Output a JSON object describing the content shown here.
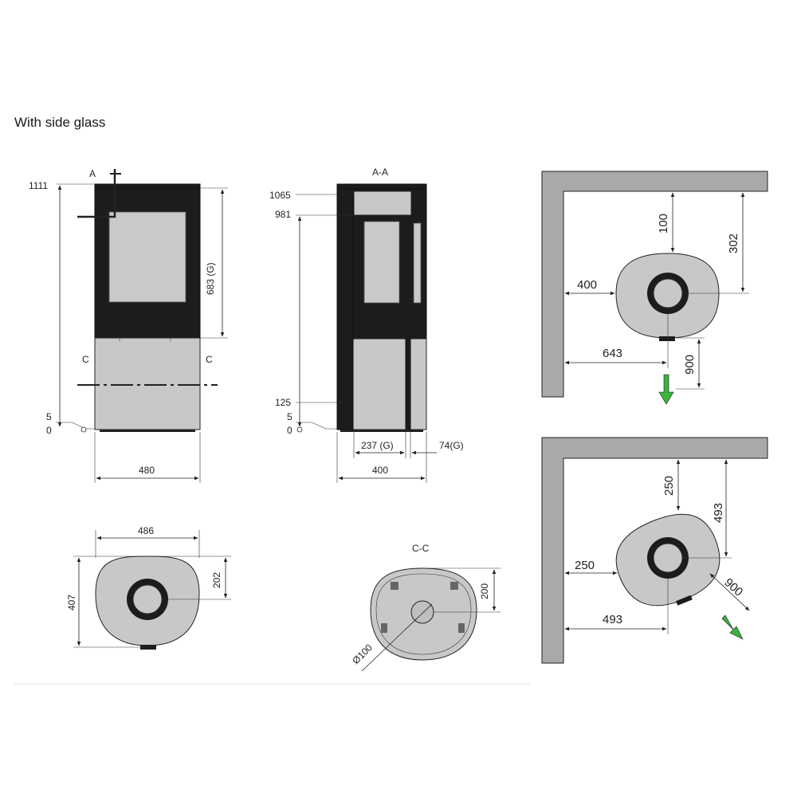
{
  "page": {
    "title": "With side glass"
  },
  "front_view": {
    "section_marker_a": "A",
    "section_marker_c_left": "C",
    "section_marker_c_right": "C",
    "height_total": "1111",
    "height_glass": "683 (G)",
    "level_5": "5",
    "level_0": "0",
    "width": "480"
  },
  "section_aa": {
    "title": "A-A",
    "height_1065": "1065",
    "height_981": "981",
    "height_125": "125",
    "level_5": "5",
    "level_0": "0",
    "glass_depth": "237 (G)",
    "side_glass": "74(G)",
    "depth": "400"
  },
  "top_view": {
    "width": "486",
    "depth": "407",
    "flue_offset": "202"
  },
  "section_cc": {
    "title": "C-C",
    "offset": "200",
    "flue_diameter": "Ø100"
  },
  "wall_clearance": {
    "top": "100",
    "flue_to_rear_wall": "302",
    "side": "400",
    "flue_to_side_wall": "643",
    "front": "900"
  },
  "corner_clearance": {
    "rear": "250",
    "flue_to_rear_wall": "493",
    "side": "250",
    "flue_to_side_wall": "493",
    "front": "900"
  },
  "colors": {
    "arrow": "#3cb43c",
    "wall": "#a9a9a9",
    "body": "#c8c8c8",
    "dark": "#1c1c1c"
  }
}
